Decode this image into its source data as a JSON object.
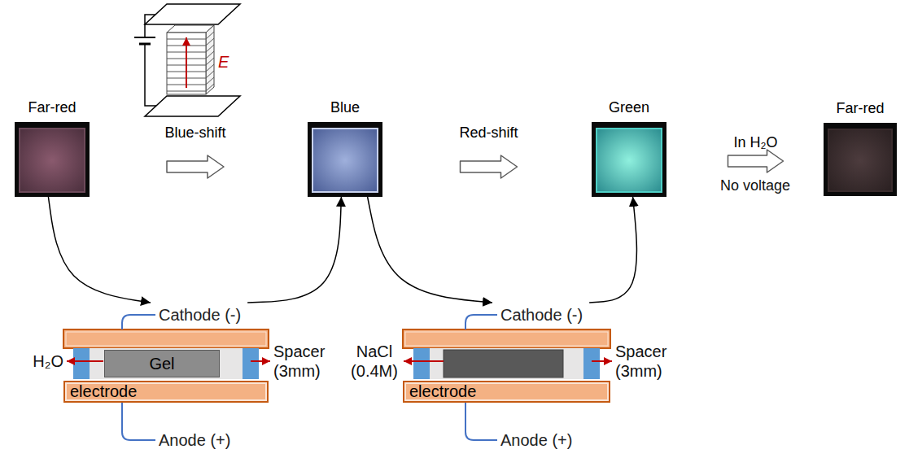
{
  "diagram": {
    "nodes": [
      {
        "text": [
          "Far-red"
        ]
      },
      {
        "text": [
          "Blue"
        ]
      },
      {
        "text": [
          "Green"
        ]
      },
      {
        "text": [
          "Far-red"
        ]
      },
      {
        "text": [
          "Cathode (-)",
          "Anode (+)"
        ]
      },
      {
        "text": [
          "Gel"
        ],
        "in": 4
      },
      {
        "text": [
          "electrode"
        ],
        "in": 4
      },
      {
        "text": [
          "Cathode (-)",
          "Anode (+)"
        ]
      },
      {
        "text": [
          "electrode"
        ],
        "in": 7
      }
    ],
    "edges": [
      {
        "from": 0,
        "to": 1,
        "arrow": "to",
        "label": "Blue-shift"
      },
      {
        "from": 1,
        "to": 2,
        "arrow": "to",
        "label": "Red-shift"
      },
      {
        "from": 2,
        "to": 3,
        "arrow": "to",
        "label": "In H₂O"
      },
      {
        "from": 0,
        "to": 4,
        "arrow": "to"
      },
      {
        "from": 4,
        "to": 1,
        "arrow": "to"
      },
      {
        "from": 1,
        "to": 7,
        "arrow": "to"
      },
      {
        "from": 7,
        "to": 2,
        "arrow": "to"
      }
    ],
    "labels": [
      "E",
      "No voltage",
      "H₂O",
      "Spacer (3mm)",
      "NaCl (0.4M)",
      "Spacer (3mm)"
    ]
  }
}
